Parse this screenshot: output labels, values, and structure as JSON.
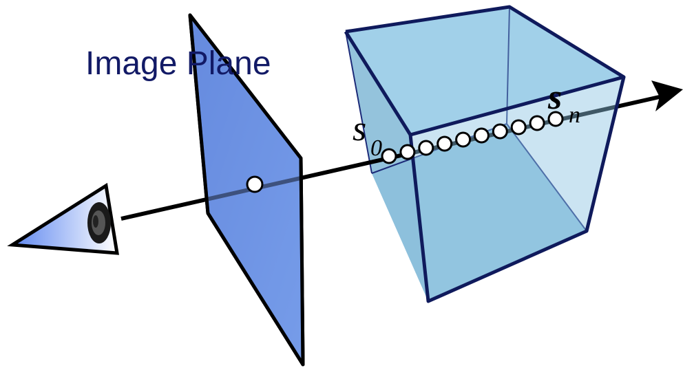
{
  "labels": {
    "image_plane": "Image Plane",
    "s0_base": "s",
    "s0_sub": "0",
    "sn_base": "s",
    "sn_sub": "n"
  },
  "colors": {
    "plane_fill": "#6f94e4",
    "cube_fill": "#8cc4e2",
    "cube_edge": "#0f1a5c",
    "ray": "#000000",
    "sample_fill": "#ffffff",
    "label_text": "#121a66",
    "eye_gradient_start": "#5f88f0",
    "eye_gradient_end": "#ffffff"
  },
  "samples": {
    "count": 10
  },
  "icons": [
    "eye-icon",
    "arrowhead-icon"
  ]
}
